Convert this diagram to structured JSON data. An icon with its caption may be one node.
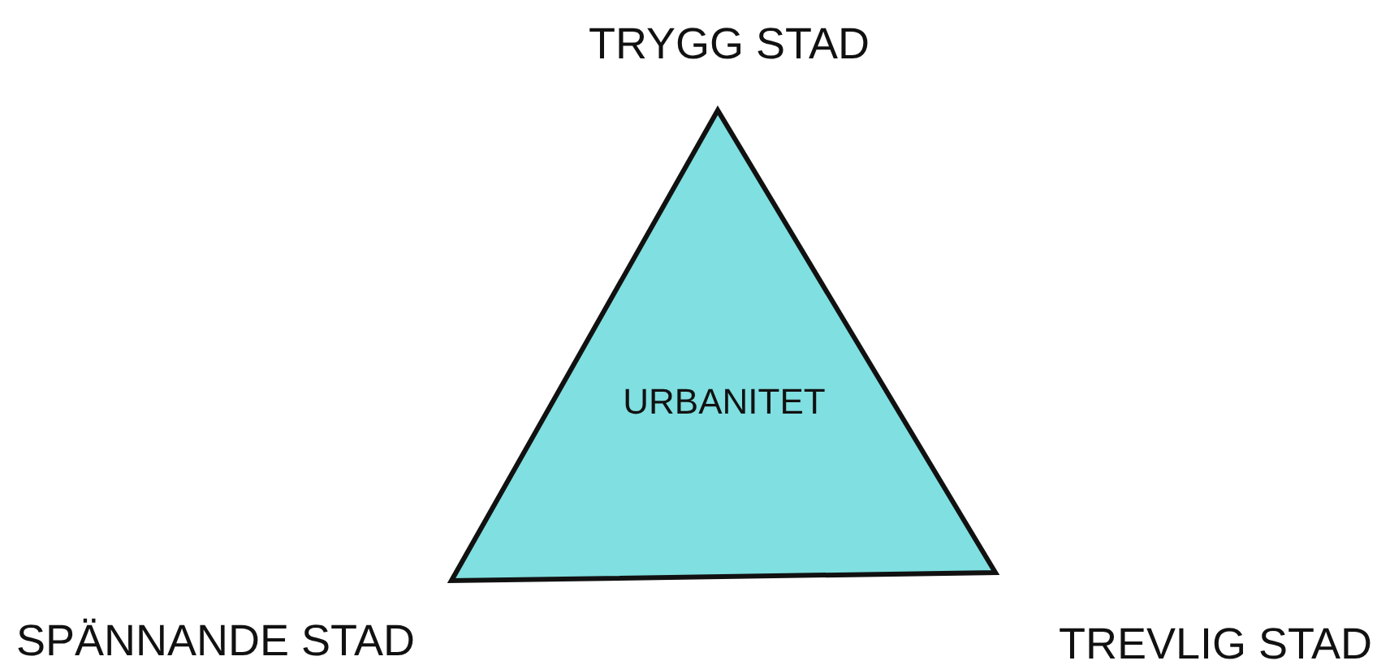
{
  "diagram": {
    "nodes": [
      {
        "text": [
          "URBANITET"
        ]
      }
    ],
    "labels": [
      "TRYGG STAD",
      "SPÄNNANDE STAD",
      "TREVLIG STAD"
    ]
  }
}
